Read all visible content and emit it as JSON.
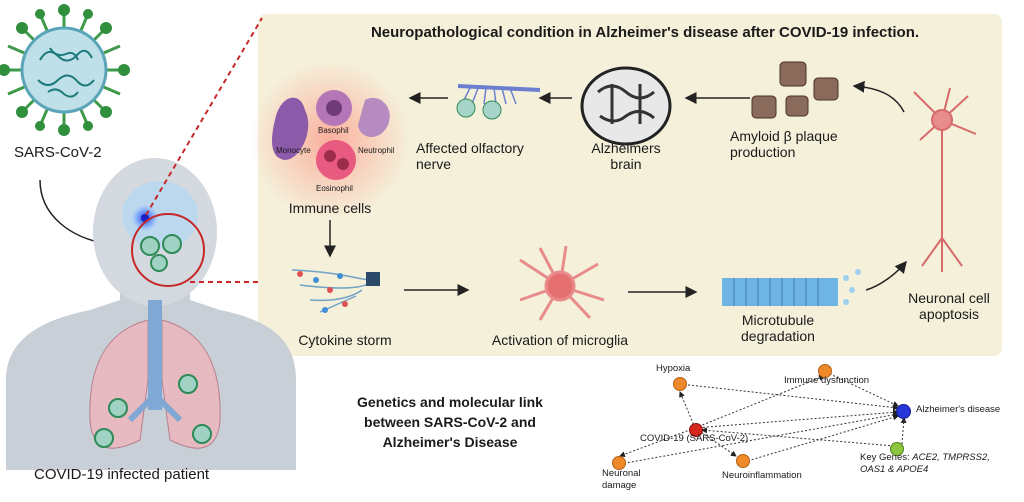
{
  "panel": {
    "title": "Neuropathological condition in Alzheimer's disease after COVID-19 infection."
  },
  "left": {
    "virus_label": "SARS-CoV-2",
    "patient_label": "COVID-19 infected patient"
  },
  "stages": {
    "immune_cells": "Immune cells",
    "olfactory": "Affected olfactory nerve",
    "brain": "Alzheimers brain",
    "amyloid": "Amyloid β plaque production",
    "cytokine": "Cytokine storm",
    "microglia": "Activation of microglia",
    "microtubule": "Microtubule degradation",
    "apoptosis": "Neuronal cell apoptosis"
  },
  "cells": {
    "monocyte": "Monocyte",
    "basophil": "Basophil",
    "neutrophil": "Neutrophil",
    "eosinophil": "Eosinophil"
  },
  "genetics": {
    "title_line1": "Genetics and molecular link",
    "title_line2": "between SARS-CoV-2 and",
    "title_line3": "Alzheimer's Disease"
  },
  "network": {
    "hypoxia": "Hypoxia",
    "immune_dysfunction": "Immune dysfunction",
    "alzheimers": "Alzheimer's disease",
    "covid": "COVID-19 (SARS-CoV-2)",
    "neuronal_damage_1": "Neuronal",
    "neuronal_damage_2": "damage",
    "neuroinflammation": "Neuroinflammation",
    "key_genes_prefix": "Key Genes: ",
    "key_genes_line1_italic": "ACE2, TMPRSS2,",
    "key_genes_line2_italic": "OAS1 & APOE4"
  },
  "colors": {
    "panel_bg": "#f5f0da",
    "virus_green": "#2e8b57",
    "red_dash": "#c62828",
    "node_orange": "#f0892a",
    "node_red": "#d7261e",
    "node_blue": "#2636d8",
    "node_green": "#8cc63f"
  }
}
